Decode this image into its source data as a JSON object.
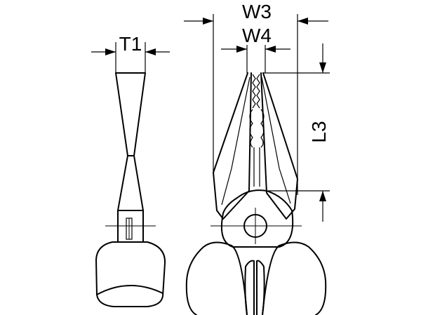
{
  "dimensions": {
    "t1": "T1",
    "w3": "W3",
    "w4": "W4",
    "l3": "L3"
  },
  "colors": {
    "line": "#000000",
    "background": "#ffffff"
  }
}
